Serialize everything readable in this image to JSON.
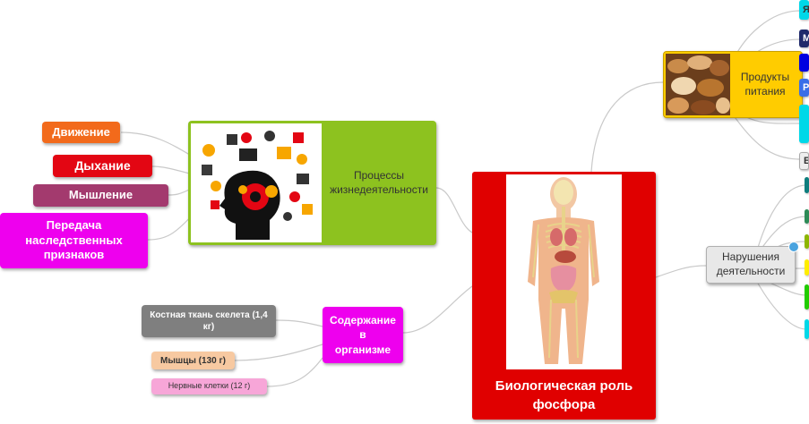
{
  "central": {
    "line1": "Биологическая роль",
    "line2": "фосфора"
  },
  "processes": {
    "line1": "Процессы",
    "line2": "жизнедеятельности",
    "items": [
      "Движение",
      "Дыхание",
      "Мышление",
      "Передача наследственных признаков"
    ]
  },
  "content": {
    "line1": "Содержание",
    "line2": "в",
    "line3": "организме",
    "items": [
      "Костная ткань скелета (1,4 кг)",
      "Мышцы (130 г)",
      "Нервные клетки (12 г)"
    ]
  },
  "food": {
    "line1": "Продукты",
    "line2": "питания"
  },
  "disorders": {
    "line1": "Нарушения",
    "line2": "деятельности"
  },
  "edge_labels": [
    "Я",
    "М",
    "Р",
    "Б"
  ],
  "colors": {
    "central": "#e00000",
    "processes": "#8dc21f",
    "content": "#ee00ee",
    "food": "#ffcc00",
    "disorders": "#e8e8e8",
    "dvizhenie": "#f26a1b",
    "dyhanie": "#e30613",
    "myshlenie": "#a33a6e",
    "peredacha": "#ee00ee",
    "kost": "#7f7f7f",
    "myshcy": "#f7c9a1",
    "nervy": "#f7a6d8"
  }
}
